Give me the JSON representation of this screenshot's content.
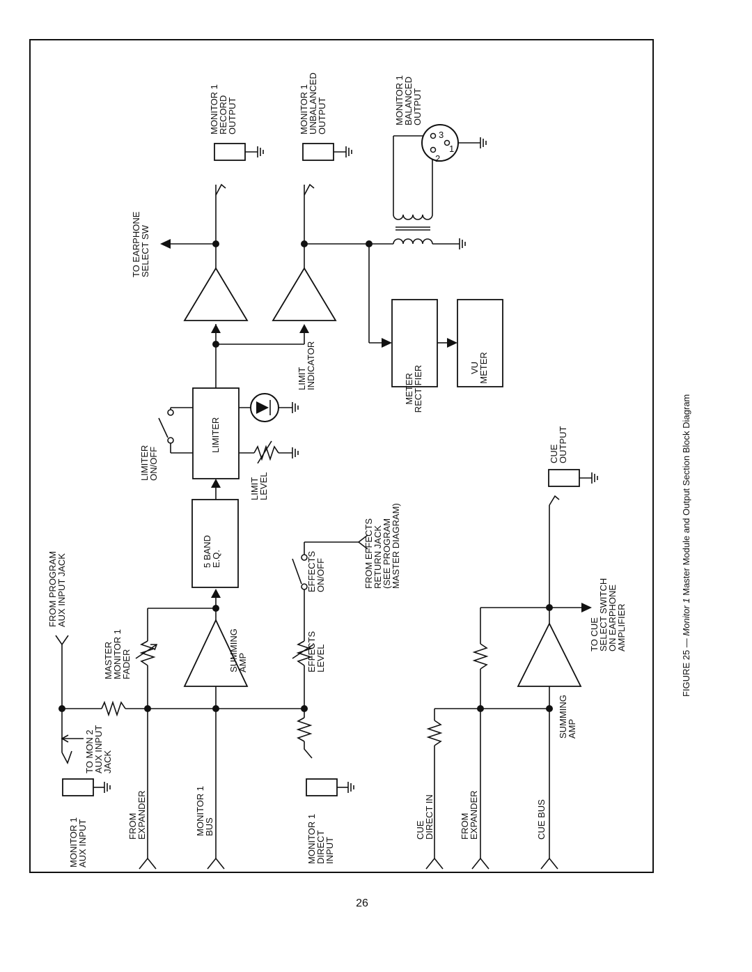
{
  "figure": {
    "caption_prefix": "FIGURE 25 — ",
    "caption_italic": "Monitor 1",
    "caption_suffix": " Master Module and Output Section Block Diagram"
  },
  "page_number": "26",
  "labels": {
    "mon1_aux_input": [
      "MONITOR 1",
      "AUX INPUT"
    ],
    "from_expander": [
      "FROM",
      "EXPANDER"
    ],
    "monitor1_bus": [
      "MONITOR 1",
      "BUS"
    ],
    "mon1_direct_input": [
      "MONITOR 1",
      "DIRECT",
      "INPUT"
    ],
    "cue_direct_in": [
      "CUE",
      "DIRECT IN"
    ],
    "from_expander_2": [
      "FROM",
      "EXPANDER"
    ],
    "cue_bus": [
      "CUE BUS"
    ],
    "to_mon2": [
      "TO MON 2",
      "AUX INPUT",
      "JACK"
    ],
    "from_program": [
      "FROM PROGRAM",
      "AUX INPUT JACK"
    ],
    "master_fader": [
      "MASTER",
      "MONITOR 1",
      "FADER"
    ],
    "summing_amp": [
      "SUMMING",
      "AMP"
    ],
    "effects_level": [
      "EFFECTS",
      "LEVEL"
    ],
    "effects_onoff": [
      "EFFECTS",
      "ON/OFF"
    ],
    "from_effects": [
      "FROM EFFECTS",
      "RETURN JACK",
      "(SEE PROGRAM",
      "MASTER DIAGRAM)"
    ],
    "eq_box": [
      "5 BAND",
      "E.Q."
    ],
    "limiter_box": [
      "LIMITER"
    ],
    "limiter_onoff": [
      "LIMITER",
      "ON/OFF"
    ],
    "limit_level": [
      "LIMIT",
      "LEVEL"
    ],
    "limit_indicator": [
      "LIMIT",
      "INDICATOR"
    ],
    "to_earphone": [
      "TO EARPHONE",
      "SELECT SW"
    ],
    "record_output": [
      "MONITOR 1",
      "RECORD",
      "OUTPUT"
    ],
    "unbal_output": [
      "MONITOR 1",
      "UNBALANCED",
      "OUTPUT"
    ],
    "bal_output": [
      "MONITOR 1",
      "BALANCED",
      "OUTPUT"
    ],
    "meter_rectifier": [
      "METER",
      "RECTIFIER"
    ],
    "vu_meter": [
      "VU",
      "METER"
    ],
    "cue_output": [
      "CUE",
      "OUTPUT"
    ],
    "to_cue": [
      "TO CUE",
      "SELECT SWITCH",
      "ON EARPHONE",
      "AMPLIFIER"
    ],
    "summing_amp_2": [
      "SUMMING",
      "AMP"
    ],
    "xlr_pins": [
      "1",
      "2",
      "3"
    ]
  }
}
